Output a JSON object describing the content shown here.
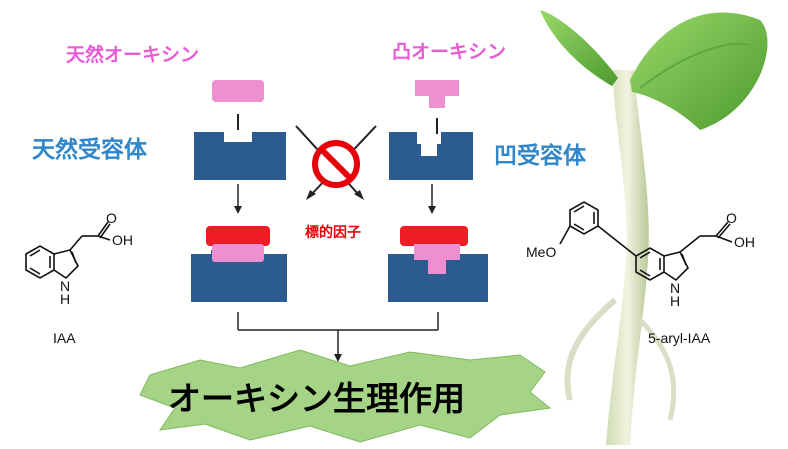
{
  "labels": {
    "natural_auxin": "天然オーキシン",
    "convex_auxin": "凸オーキシン",
    "natural_receptor": "天然受容体",
    "concave_receptor": "凹受容体",
    "target_factor": "標的因子",
    "physiology": "オーキシン生理作用"
  },
  "molecules": {
    "iaa": {
      "name": "IAA",
      "oh": "OH",
      "o": "O",
      "nh": "N",
      "h": "H"
    },
    "aryl_iaa": {
      "name": "5-aryl-IAA",
      "oh": "OH",
      "o": "O",
      "meo": "MeO",
      "nh": "N",
      "h": "H"
    }
  },
  "colors": {
    "receptor": "#2c5c8f",
    "auxin": "#ee8fd1",
    "target": "#ee1c25",
    "burst": "#a6d486",
    "no_symbol": "#e8000b",
    "plant": "#7cc35a"
  }
}
